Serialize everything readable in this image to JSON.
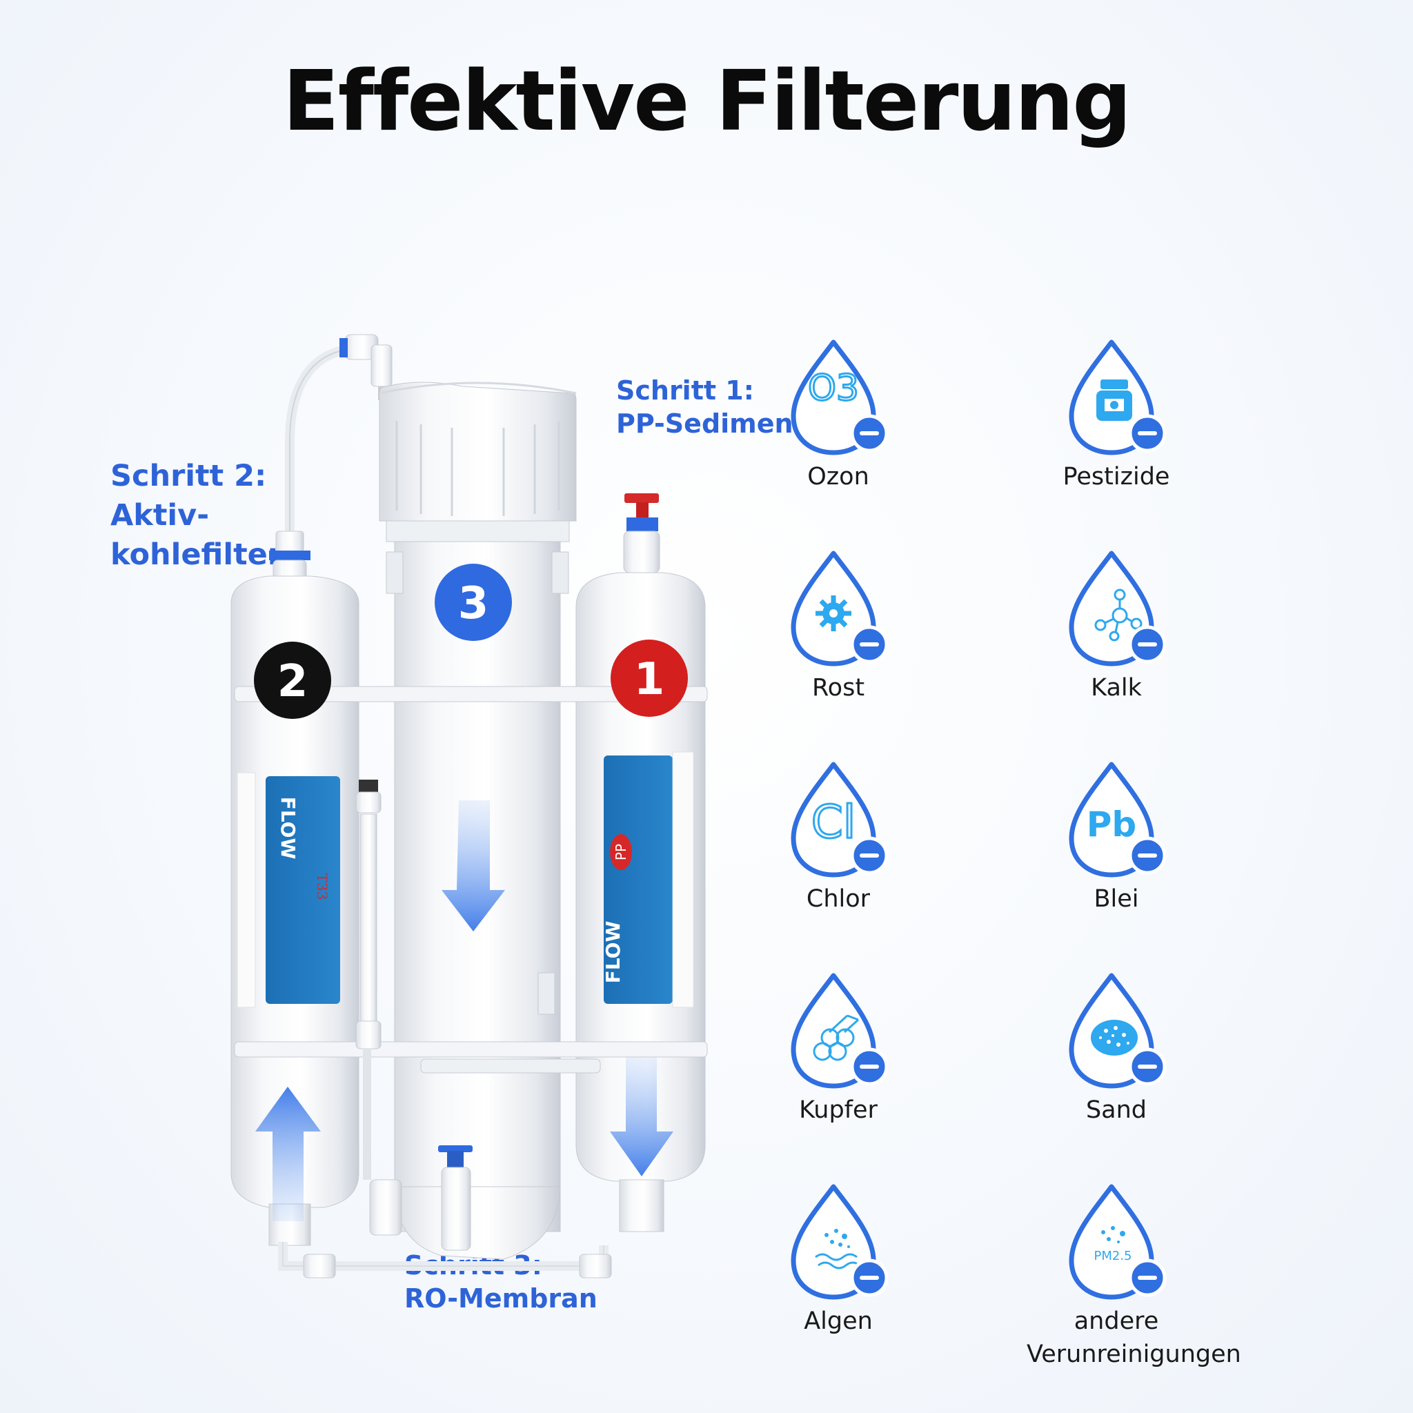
{
  "title": "Effektive Filterung",
  "steps": {
    "step1": {
      "line1": "Schritt 1:",
      "line2": "PP-Sedimentfilter"
    },
    "step2": {
      "line1": "Schritt 2:",
      "line2": "Aktiv-",
      "line3": "kohlefilter"
    },
    "step3": {
      "line1": "Schritt 3:",
      "line2": "RO-Membran"
    }
  },
  "badges": {
    "one": "1",
    "two": "2",
    "three": "3"
  },
  "cartridge_text": {
    "pp": "PP",
    "t33": "T33",
    "flow": "FLOW"
  },
  "contaminants": [
    {
      "label": "Ozon",
      "icon": "ozone-icon",
      "glyph": "O3"
    },
    {
      "label": "Pestizide",
      "icon": "pesticide-bottle-icon"
    },
    {
      "label": "Rost",
      "icon": "rust-gear-icon"
    },
    {
      "label": "Kalk",
      "icon": "limescale-molecule-icon"
    },
    {
      "label": "Chlor",
      "icon": "chlorine-icon",
      "glyph": "Cl"
    },
    {
      "label": "Blei",
      "icon": "lead-icon",
      "glyph": "Pb"
    },
    {
      "label": "Kupfer",
      "icon": "copper-pipes-icon"
    },
    {
      "label": "Sand",
      "icon": "sand-icon"
    },
    {
      "label": "Algen",
      "icon": "algae-icon"
    },
    {
      "label": "andere",
      "label2": "Verunreinigungen",
      "icon": "pm25-particles-icon",
      "glyph": "PM2.5"
    }
  ],
  "colors": {
    "accent_blue": "#2e63d8",
    "icon_blue": "#2f6fe0",
    "badge_red": "#d41f1f",
    "badge_black": "#111111",
    "badge_blue": "#2f6ae0"
  }
}
